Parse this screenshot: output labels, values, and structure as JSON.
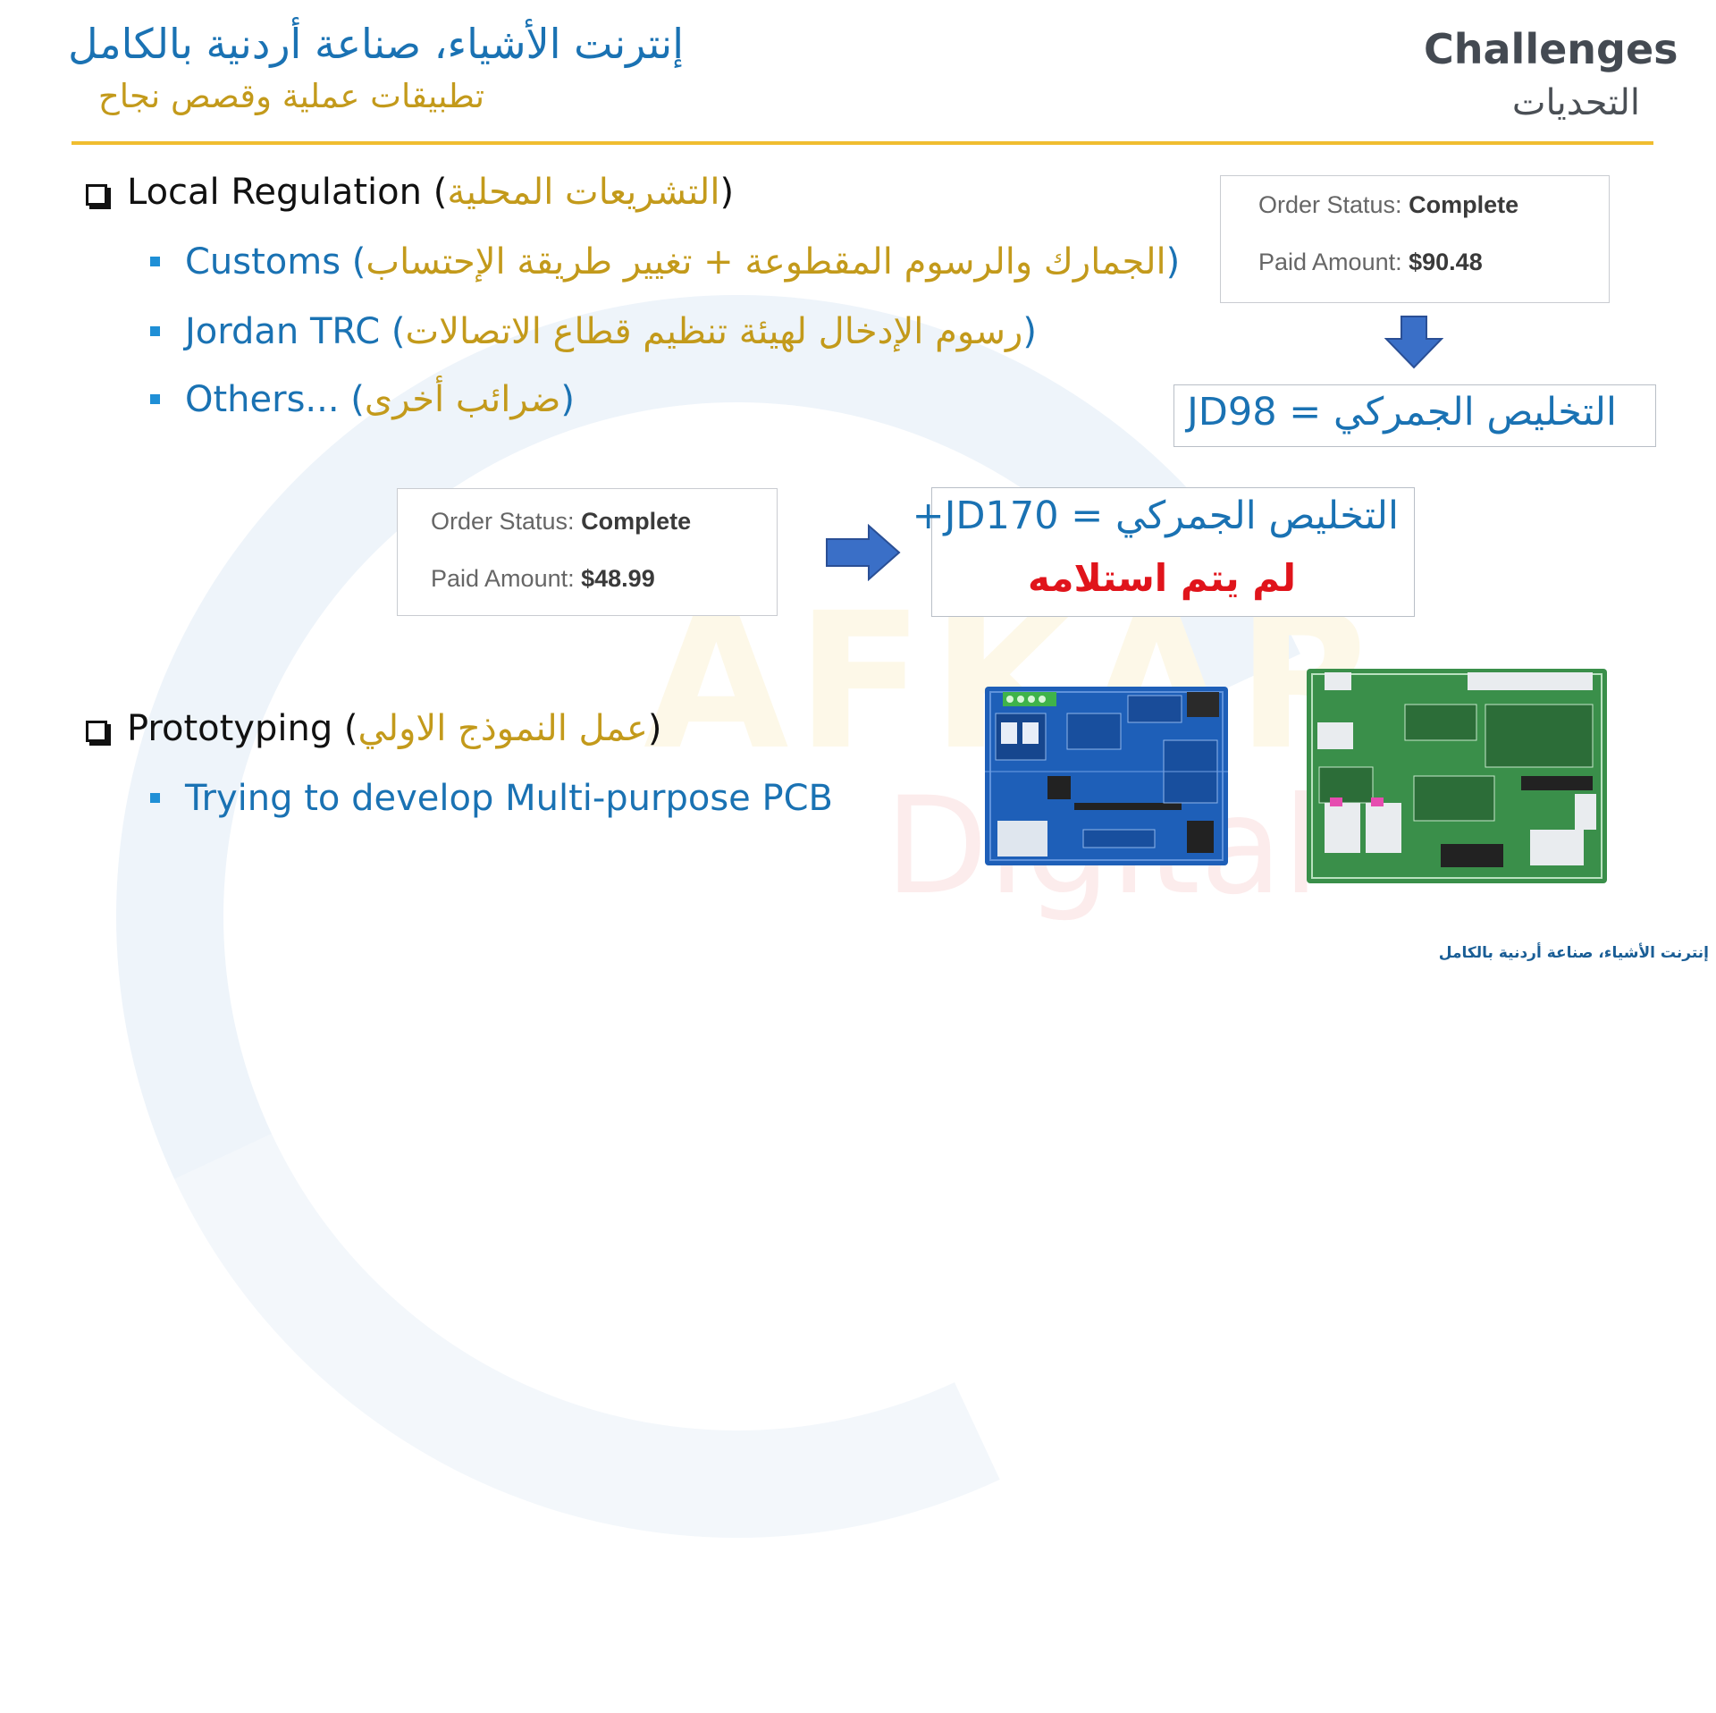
{
  "header": {
    "title_ar": "إنترنت الأشياء، صناعة أردنية بالكامل",
    "subtitle_ar": "تطبيقات عملية وقصص نجاح",
    "title_en": "Challenges",
    "subtitle_en_ar": "التحديات"
  },
  "watermark": {
    "line1": "AFKAR",
    "line2": "Digital"
  },
  "section1": {
    "label": "Local Regulation",
    "label_ar": "التشريعات المحلية",
    "bullets": [
      {
        "label": "Customs",
        "ar": "الجمارك والرسوم المقطوعة + تغيير طريقة الإحتساب"
      },
      {
        "label": "Jordan TRC",
        "ar": "رسوم الإدخال لهيئة تنظيم قطاع الاتصالات"
      },
      {
        "label": "Others...",
        "ar": "ضرائب أخرى"
      }
    ]
  },
  "order1": {
    "status_label": "Order Status:",
    "status_value": "Complete",
    "paid_label": "Paid Amount:",
    "paid_value": "$90.48"
  },
  "clearance1": {
    "text": "التخليص الجمركي = JD98"
  },
  "order2": {
    "status_label": "Order Status:",
    "status_value": "Complete",
    "paid_label": "Paid Amount:",
    "paid_value": "$48.99"
  },
  "clearance2": {
    "text": "التخليص الجمركي = JD170+",
    "note": "لم يتم استلامه"
  },
  "section2": {
    "label": "Prototyping",
    "label_ar": "عمل النموذج الاولي",
    "bullets": [
      {
        "label": "Trying to develop Multi-purpose PCB"
      }
    ]
  },
  "footer": {
    "text": "إنترنت الأشياء، صناعة أردنية بالكامل"
  },
  "colors": {
    "blue": "#1a72b3",
    "gold": "#c39a1b",
    "rule": "#f0bd2f",
    "red": "#e0141b",
    "arrow": "#3a6fc7"
  },
  "icons": [
    "checkbox-icon",
    "bullet-square-icon",
    "arrow-down-icon",
    "arrow-right-icon",
    "pcb-blue-image",
    "pcb-green-image"
  ]
}
